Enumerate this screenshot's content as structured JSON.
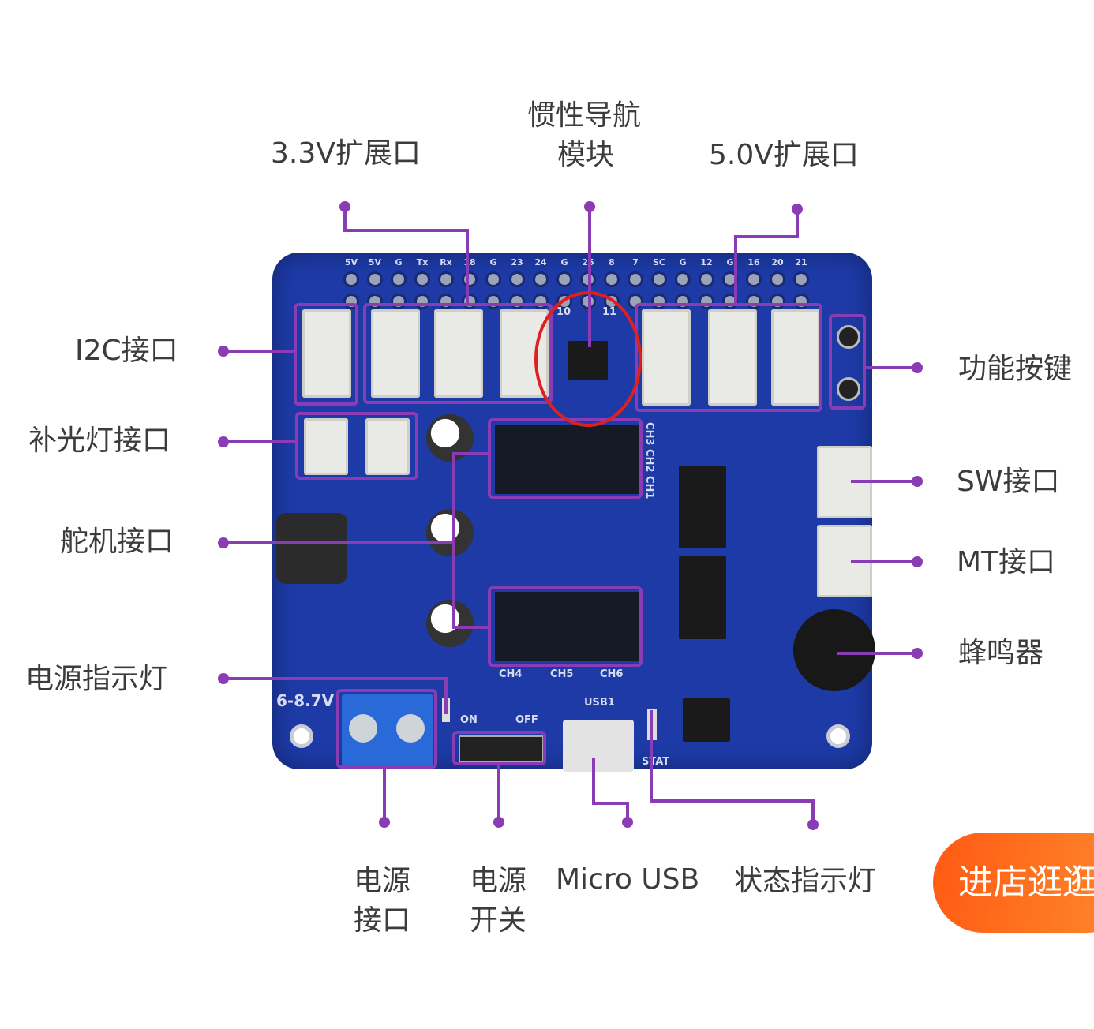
{
  "labels": {
    "ext_33v": "3.3V扩展口",
    "imu_line1": "惯性导航",
    "imu_line2": "模块",
    "ext_50v": "5.0V扩展口",
    "i2c": "I2C接口",
    "fill_light": "补光灯接口",
    "servo": "舵机接口",
    "power_led": "电源指示灯",
    "function_key": "功能按键",
    "sw": "SW接口",
    "mt": "MT接口",
    "buzzer": "蜂鸣器",
    "power_port_line1": "电源",
    "power_port_line2": "接口",
    "power_switch_line1": "电源",
    "power_switch_line2": "开关",
    "micro_usb": "Micro USB",
    "status_led": "状态指示灯"
  },
  "silkscreen": {
    "pins": [
      "5V",
      "5V",
      "G",
      "Tx",
      "Rx",
      "18",
      "G",
      "23",
      "24",
      "G",
      "25",
      "8",
      "7",
      "SC",
      "G",
      "12",
      "G",
      "16",
      "20",
      "21"
    ],
    "ch_bottom": [
      "CH4",
      "CH5",
      "CH6"
    ],
    "ch_top": "CH3 CH2 CH1",
    "voltage": "6-8.7V",
    "on": "ON",
    "off": "OFF",
    "usb": "USB1",
    "stat": "STAT",
    "imu_pins": [
      "10",
      "11"
    ]
  },
  "shop_button": "进店逛逛",
  "colors": {
    "callout": "#8a3cb4",
    "board": "#1d3aa6",
    "highlight": "#e0201c",
    "button": "#ff6a1a"
  }
}
